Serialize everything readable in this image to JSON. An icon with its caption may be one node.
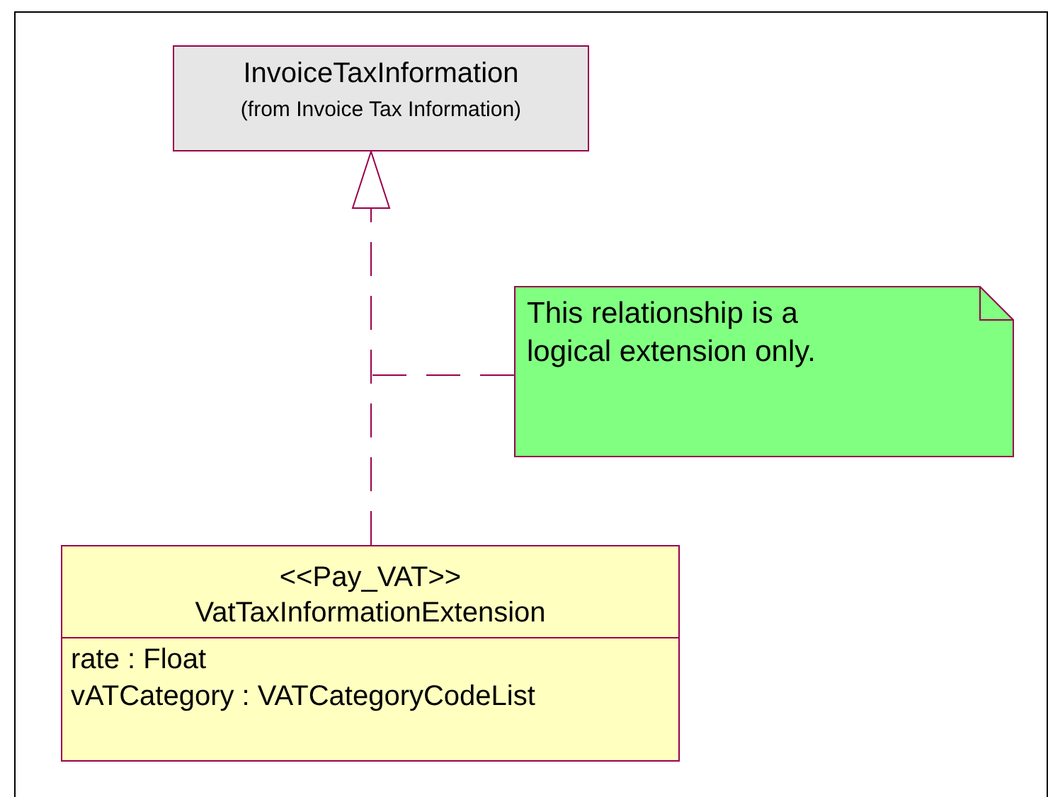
{
  "diagram": {
    "nodes": [
      {
        "text": [
          "InvoiceTaxInformation",
          "(from Invoice Tax Information)"
        ]
      },
      {
        "text": [
          "This relationship is a logical extension only."
        ]
      },
      {
        "text": [
          "<<Pay_VAT>>",
          "VatTaxInformationExtension",
          "rate : Float",
          "vATCategory : VATCategoryCodeList"
        ]
      }
    ],
    "edges": [
      {
        "from": 2,
        "to": 0,
        "arrow": "to",
        "style": "dashed"
      },
      {
        "from": 1,
        "to": null,
        "arrow": "none",
        "style": "dashed"
      }
    ]
  }
}
